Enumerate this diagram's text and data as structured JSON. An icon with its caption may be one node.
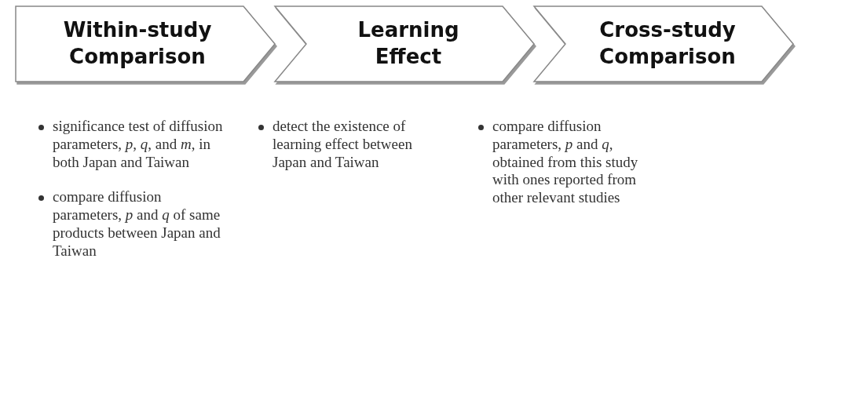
{
  "diagram": {
    "nodes": [
      {
        "text": [
          "Within-study Comparison"
        ],
        "beside": [
          "significance test of diffusion parameters, *p*, *q*, and *m*, in both Japan and Taiwan",
          "compare diffusion parameters, *p* and *q* of same products between Japan and Taiwan"
        ]
      },
      {
        "text": [
          "Learning Effect"
        ],
        "beside": [
          "detect the existence of learning effect between Japan and Taiwan"
        ]
      },
      {
        "text": [
          "Cross-study Comparison"
        ],
        "beside": [
          "compare diffusion parameters, *p* and *q*, obtained from this study with ones reported from other relevant studies"
        ]
      }
    ]
  }
}
